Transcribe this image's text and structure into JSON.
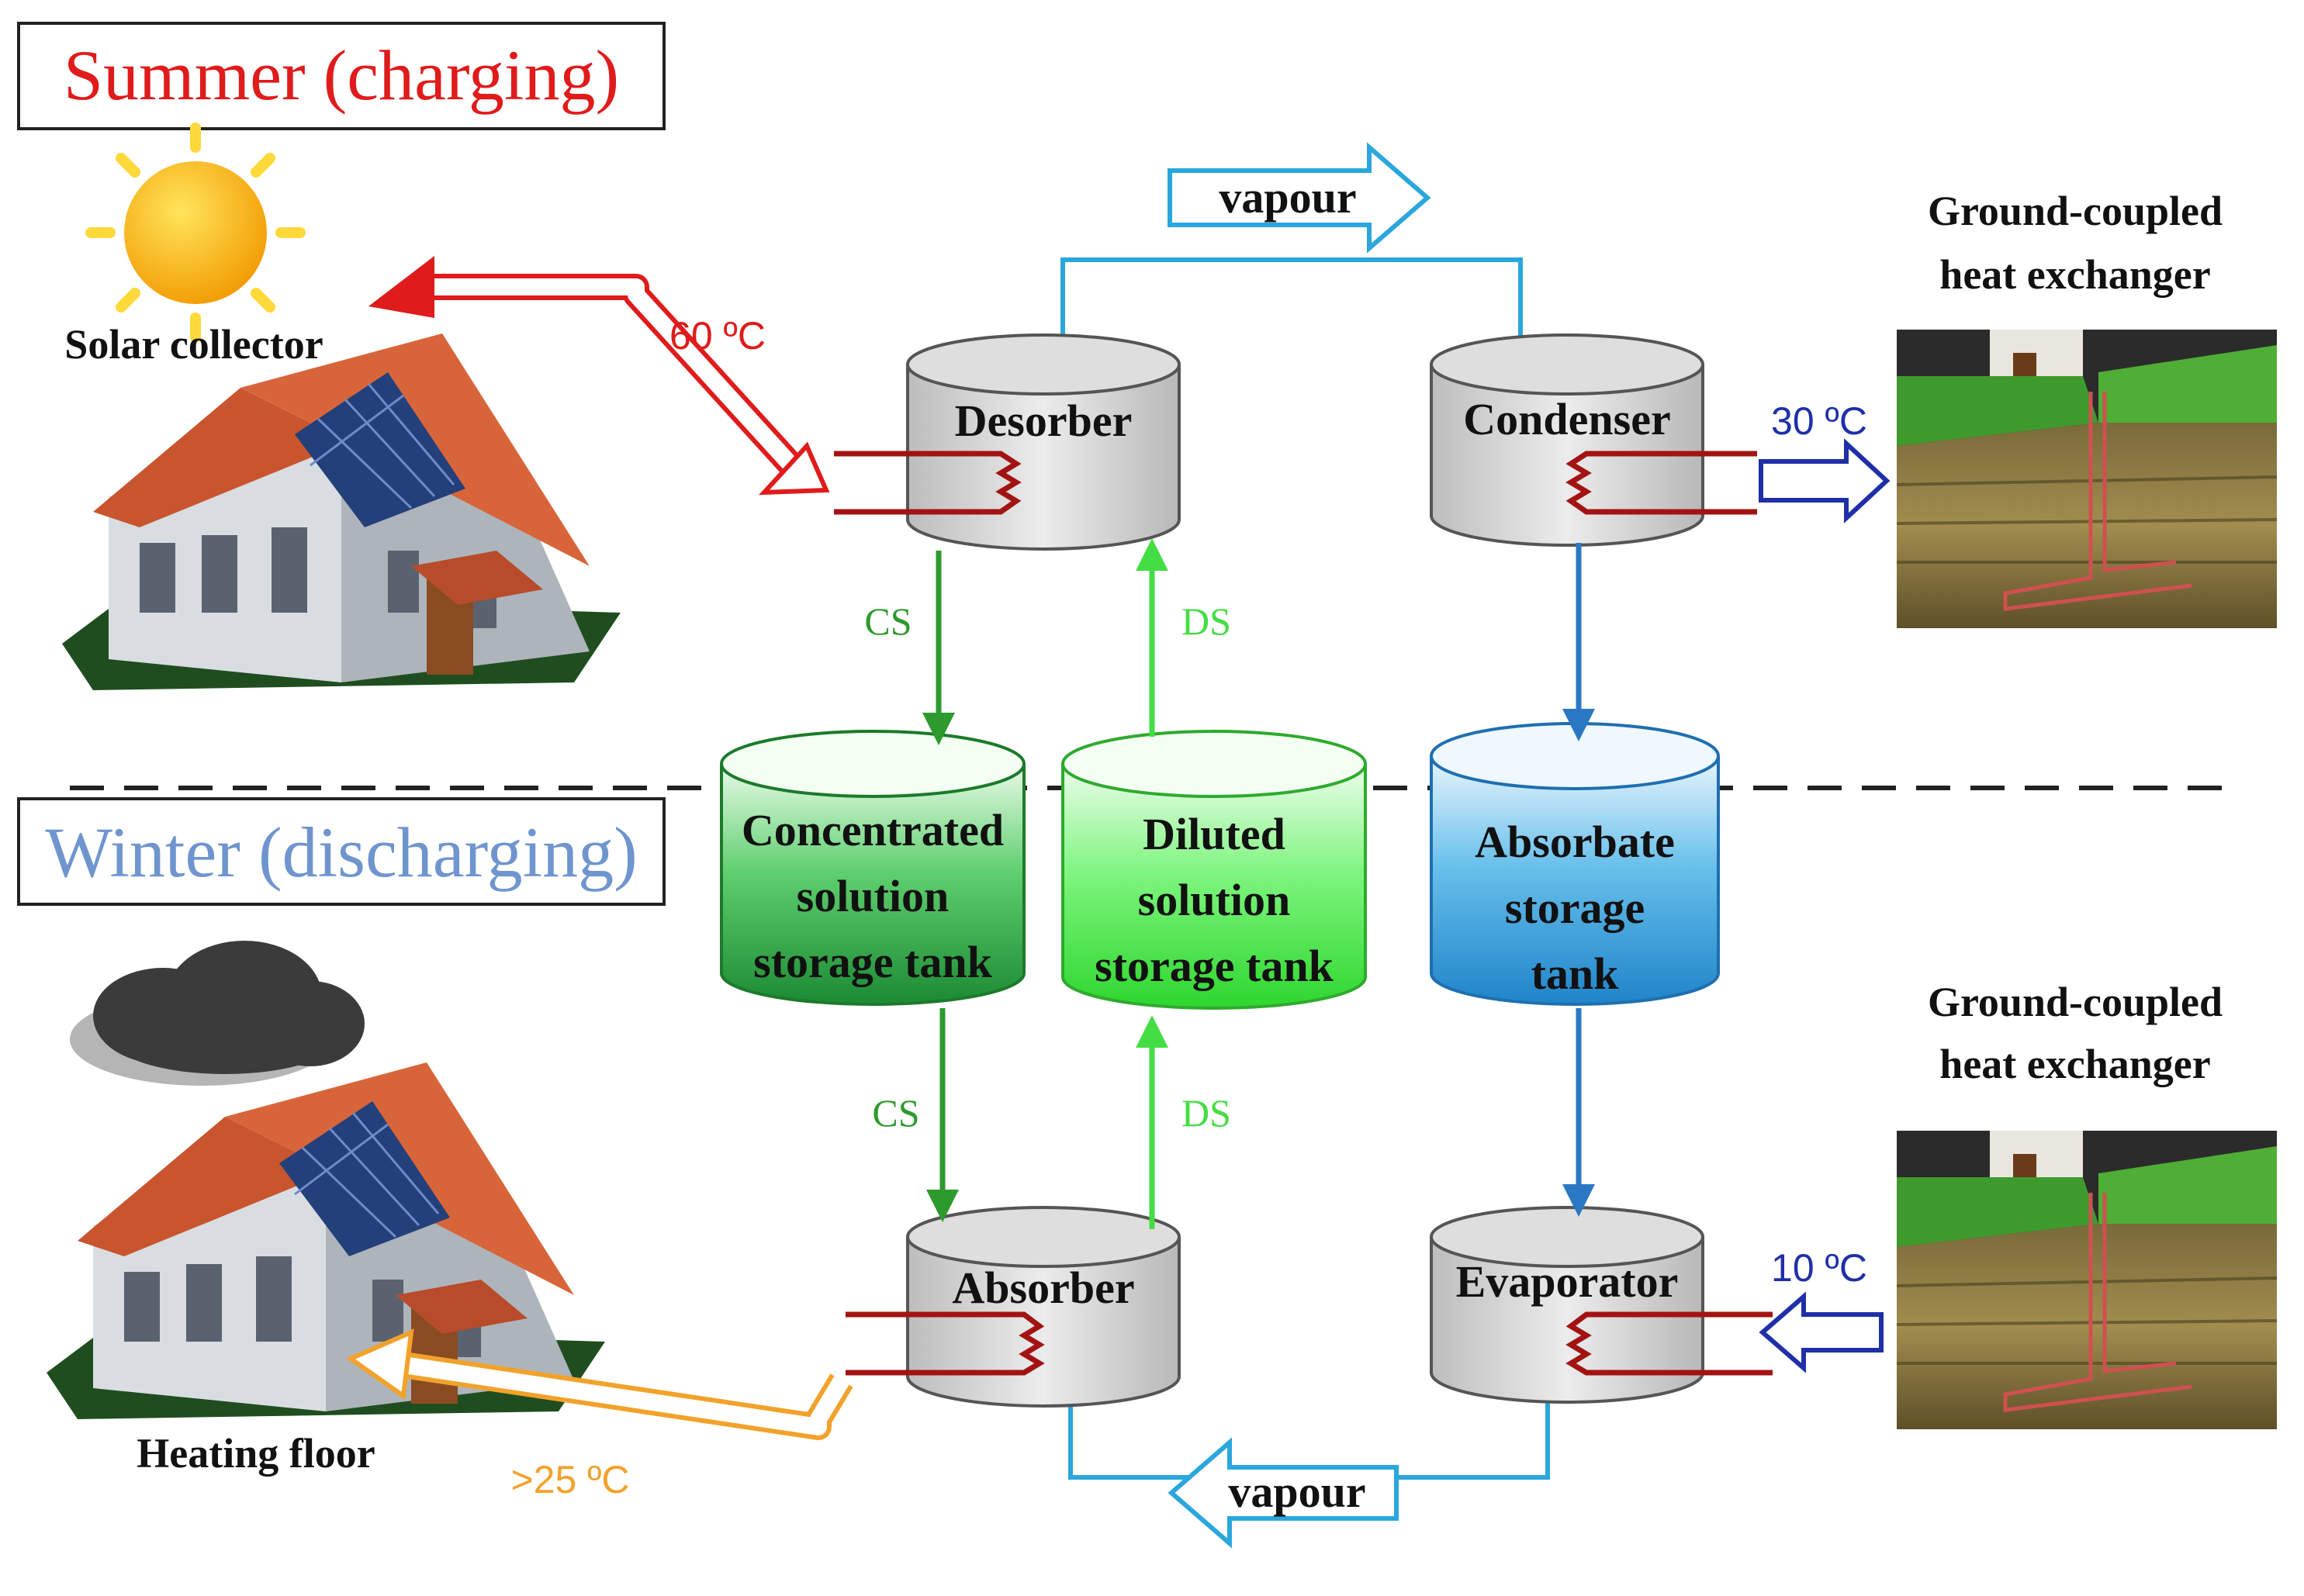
{
  "seasons": {
    "summer": "Summer (charging)",
    "winter": "Winter (discharging)"
  },
  "labels": {
    "solar_collector": "Solar collector",
    "heating_floor": "Heating floor",
    "ground_top": [
      "Ground-coupled",
      "heat exchanger"
    ],
    "ground_bottom": [
      "Ground-coupled",
      "heat exchanger"
    ]
  },
  "components": {
    "desorber": "Desorber",
    "condenser": "Condenser",
    "absorber": "Absorber",
    "evaporator": "Evaporator"
  },
  "tanks": {
    "concentrated": [
      "Concentrated",
      "solution",
      "storage tank"
    ],
    "diluted": [
      "Diluted",
      "solution",
      "storage tank"
    ],
    "absorbate": [
      "Absorbate",
      "storage",
      "tank"
    ]
  },
  "flows": {
    "vapour_top": "vapour",
    "vapour_bottom": "vapour",
    "cs_top": "CS",
    "ds_top": "DS",
    "cs_bottom": "CS",
    "ds_bottom": "DS"
  },
  "temperatures": {
    "solar": "60 ºC",
    "condenser": "30 ºC",
    "evaporator": "10 ºC",
    "floor": ">25 ºC"
  },
  "colors": {
    "summer": "#e01b1b",
    "winter": "#6f95cf",
    "vapour": "#2aa7dd",
    "cs": "#2d9a2d",
    "ds": "#44dd44",
    "absorbate_flow": "#2a78c4",
    "hot_arrow": "#e01b1b",
    "floor_arrow": "#f2a22a",
    "ground_arrow": "#1f2fa8",
    "coil": "#a31313"
  },
  "icons": {
    "sun": "sun-icon",
    "house": "house-icon",
    "cloud": "cloud-icon",
    "ground": "ground-heat-exchanger-icon"
  }
}
